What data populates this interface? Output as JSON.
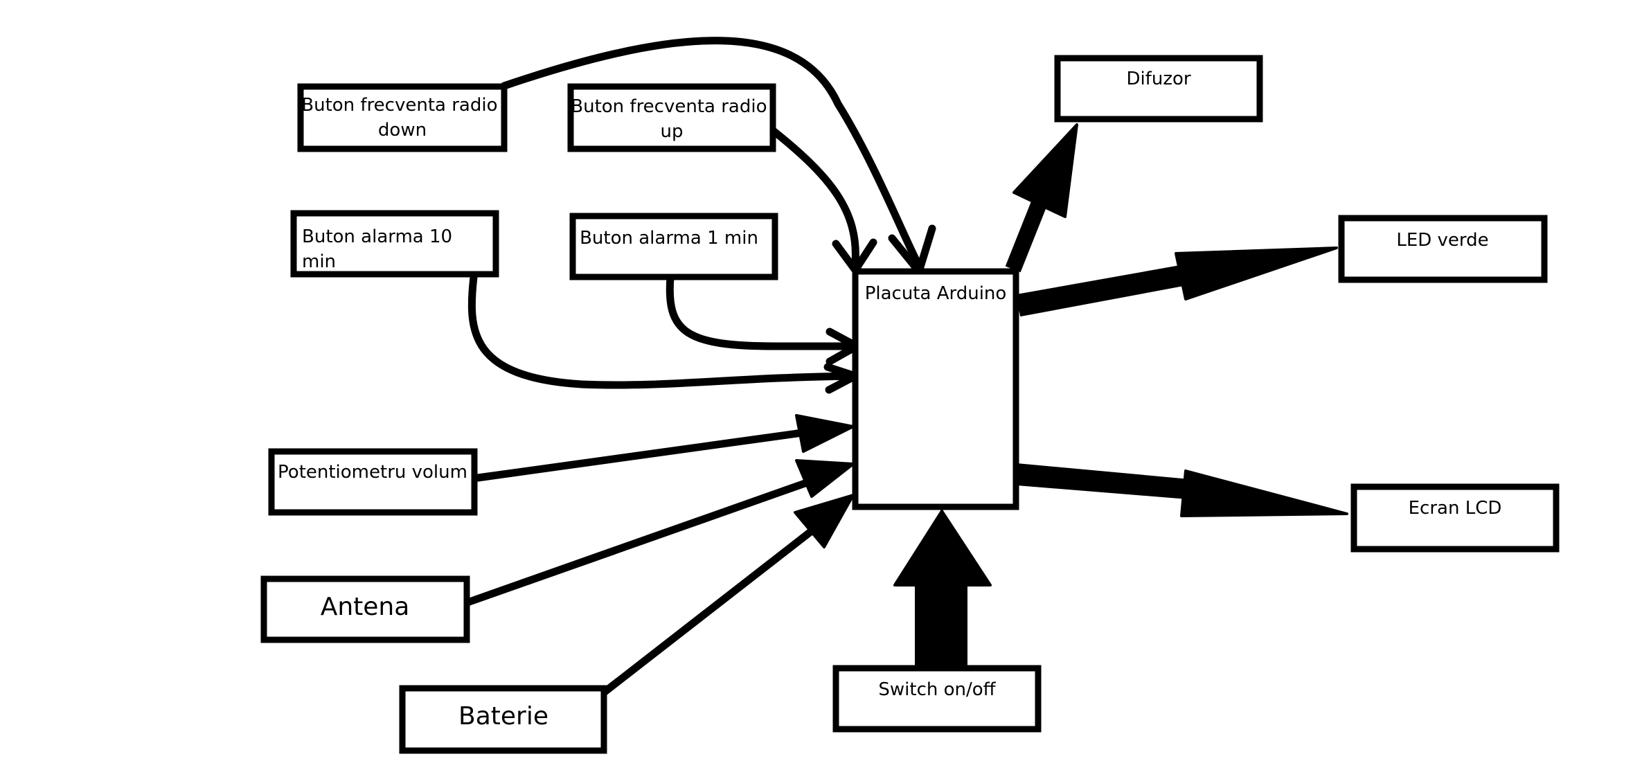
{
  "diagram": {
    "nodes": {
      "arduino": {
        "label": "Placuta Arduino"
      },
      "btn_radio_down": {
        "label_lines": [
          "Buton frecventa radio",
          "down"
        ]
      },
      "btn_radio_up": {
        "label_lines": [
          "Buton frecventa radio",
          "up"
        ]
      },
      "btn_alarm_10": {
        "label_lines": [
          "Buton alarma 10",
          "min"
        ]
      },
      "btn_alarm_1": {
        "label": "Buton alarma 1 min"
      },
      "potentiometer": {
        "label": "Potentiometru volum"
      },
      "antenna": {
        "label": "Antena"
      },
      "battery": {
        "label": "Baterie"
      },
      "switch": {
        "label": "Switch on/off"
      },
      "speaker": {
        "label": "Difuzor"
      },
      "led": {
        "label": "LED verde"
      },
      "lcd": {
        "label": "Ecran LCD"
      }
    },
    "edges": [
      {
        "from": "btn_radio_down",
        "to": "arduino",
        "head": "open"
      },
      {
        "from": "btn_radio_up",
        "to": "arduino",
        "head": "open"
      },
      {
        "from": "btn_alarm_1",
        "to": "arduino",
        "head": "open"
      },
      {
        "from": "btn_alarm_10",
        "to": "arduino",
        "head": "open"
      },
      {
        "from": "potentiometer",
        "to": "arduino",
        "head": "solid"
      },
      {
        "from": "antenna",
        "to": "arduino",
        "head": "solid"
      },
      {
        "from": "battery",
        "to": "arduino",
        "head": "solid"
      },
      {
        "from": "switch",
        "to": "arduino",
        "head": "solid"
      },
      {
        "from": "arduino",
        "to": "speaker",
        "head": "solid"
      },
      {
        "from": "arduino",
        "to": "led",
        "head": "solid"
      },
      {
        "from": "arduino",
        "to": "lcd",
        "head": "solid"
      }
    ]
  }
}
